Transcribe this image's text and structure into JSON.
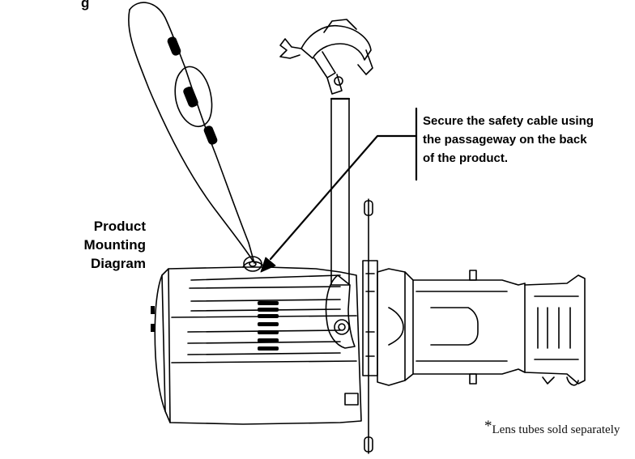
{
  "title_partial": "g",
  "side_label": {
    "lines": [
      "Product",
      "Mounting",
      "Diagram"
    ]
  },
  "callout": {
    "lines": [
      "Secure the safety cable using",
      "the passageway on the back",
      "of the product."
    ]
  },
  "footnote": {
    "star": "*",
    "text": "Lens tubes sold separately"
  },
  "colors": {
    "ink": "#000000",
    "background": "#ffffff"
  },
  "icons": [
    "safety-cable-icon",
    "mounting-clamp-icon",
    "fixture-drawing"
  ]
}
